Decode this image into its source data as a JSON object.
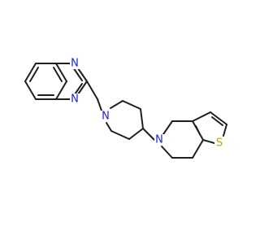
{
  "diagram": {
    "type": "chemical-structure",
    "colors": {
      "bond": "#1f1f1f",
      "nitrogen": "#1e23d4",
      "sulfur": "#b6a400",
      "background": "#ffffff"
    },
    "atom_labels": {
      "n_quinox_top": "N",
      "n_quinox_bottom": "N",
      "n_piperidine": "N",
      "n_thienopyridine": "N",
      "s_thiophene": "S"
    }
  }
}
